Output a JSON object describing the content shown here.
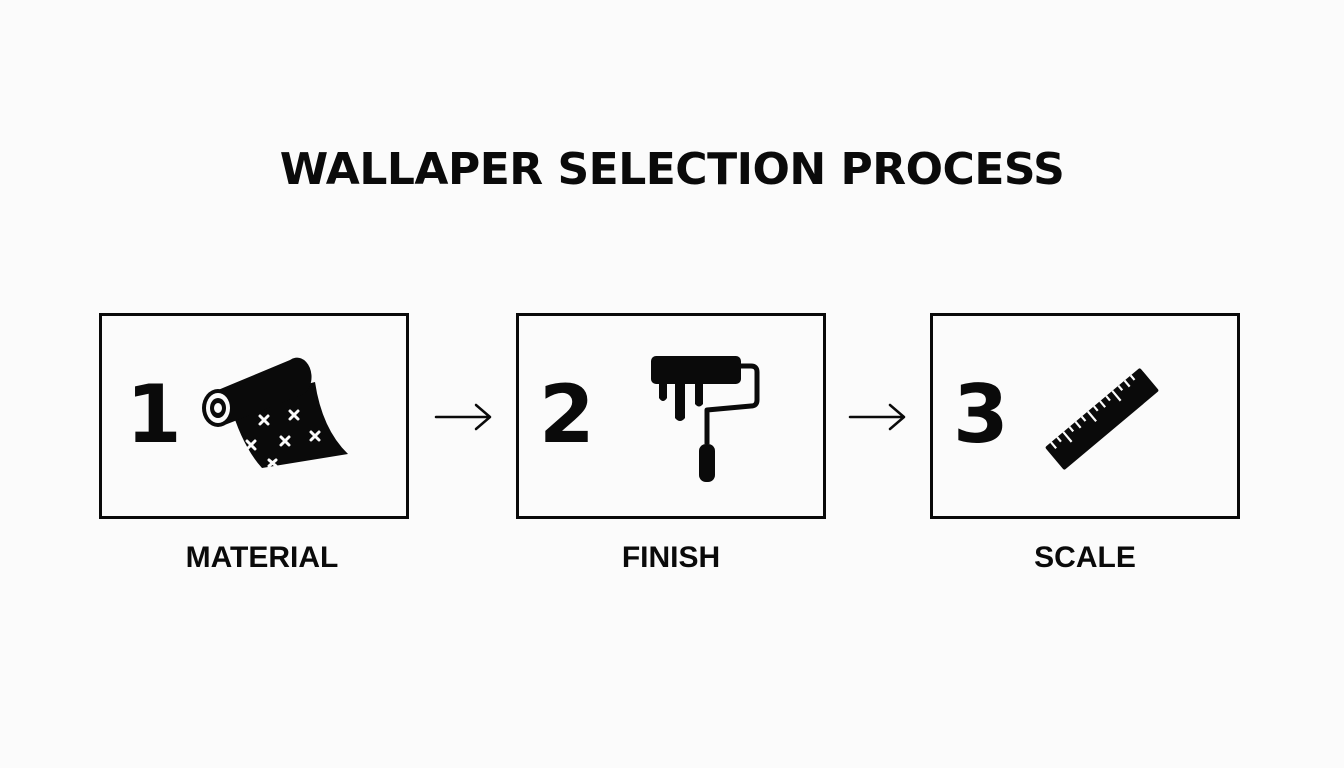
{
  "title": "WALLAPER SELECTION PROCESS",
  "steps": [
    {
      "number": "1",
      "label": "MATERIAL",
      "icon": "wallpaper-roll-icon"
    },
    {
      "number": "2",
      "label": "FINISH",
      "icon": "paint-roller-icon"
    },
    {
      "number": "3",
      "label": "SCALE",
      "icon": "ruler-icon"
    }
  ],
  "arrow_icon": "right-arrow-icon",
  "colors": {
    "ink": "#0a0a0a",
    "background": "#fbfbfb"
  }
}
